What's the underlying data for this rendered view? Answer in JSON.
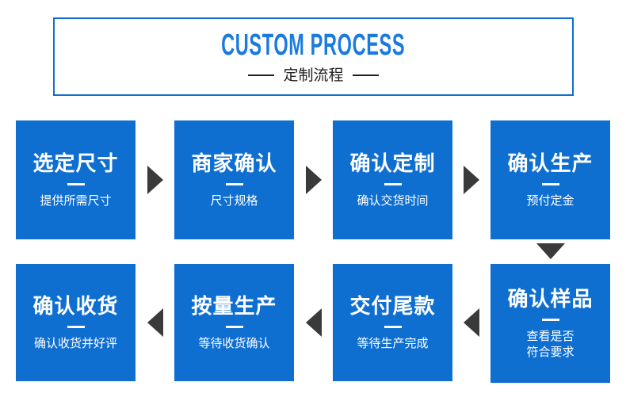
{
  "header": {
    "title": "CUSTOM PROCESS",
    "subtitle": "定制流程",
    "title_color": "#1a7ae0",
    "border_color": "#0f6fd1",
    "subtitle_color": "#1f1f1f"
  },
  "theme": {
    "card_bg": "#0f6fd1",
    "card_text": "#ffffff",
    "arrow_color": "#3a3a3a",
    "page_bg": "#ffffff"
  },
  "steps": [
    {
      "step": 1,
      "title": "选定尺寸",
      "desc": "提供所需尺寸"
    },
    {
      "step": 2,
      "title": "商家确认",
      "desc": "尺寸规格"
    },
    {
      "step": 3,
      "title": "确认定制",
      "desc": "确认交货时间"
    },
    {
      "step": 4,
      "title": "确认生产",
      "desc": "预付定金"
    },
    {
      "step": 5,
      "title": "确认样品",
      "desc": "查看是否\n符合要求"
    },
    {
      "step": 6,
      "title": "交付尾款",
      "desc": "等待生产完成"
    },
    {
      "step": 7,
      "title": "按量生产",
      "desc": "等待收货确认"
    },
    {
      "step": 8,
      "title": "确认收货",
      "desc": "确认收货并好评"
    }
  ],
  "connectors": [
    {
      "name": "arrow-step1-to-step2",
      "direction": "right"
    },
    {
      "name": "arrow-step2-to-step3",
      "direction": "right"
    },
    {
      "name": "arrow-step3-to-step4",
      "direction": "right"
    },
    {
      "name": "arrow-step4-to-step5",
      "direction": "down"
    },
    {
      "name": "arrow-step5-to-step6",
      "direction": "left"
    },
    {
      "name": "arrow-step6-to-step7",
      "direction": "left"
    },
    {
      "name": "arrow-step7-to-step8",
      "direction": "left"
    }
  ]
}
